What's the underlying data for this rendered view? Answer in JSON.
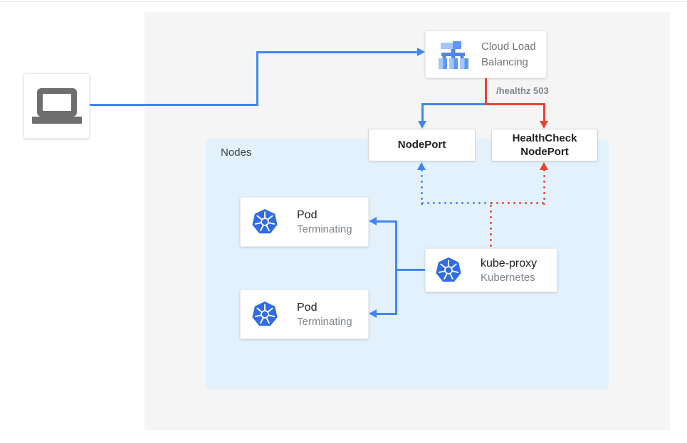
{
  "colors": {
    "blue": "#4285F4",
    "red": "#EA4335",
    "k8s-blue": "#326CE5",
    "nodes-bg": "#E3F1FC",
    "panel-bg": "#F5F5F5",
    "ink": "#202124",
    "muted": "#757575",
    "label-gray": "#80868B",
    "laptop-gray": "#6E6E6E"
  },
  "diagram": {
    "load_balancer": {
      "label": "Cloud Load Balancing"
    },
    "edge_label": "/healthz 503",
    "nodeport": {
      "label": "NodePort"
    },
    "healthcheck_nodeport": {
      "label": "HealthCheck NodePort"
    },
    "nodes_group": {
      "label": "Nodes"
    },
    "pods": [
      {
        "title": "Pod",
        "subtitle": "Terminating"
      },
      {
        "title": "Pod",
        "subtitle": "Terminating"
      }
    ],
    "kube_proxy": {
      "title": "kube-proxy",
      "subtitle": "Kubernetes"
    }
  }
}
